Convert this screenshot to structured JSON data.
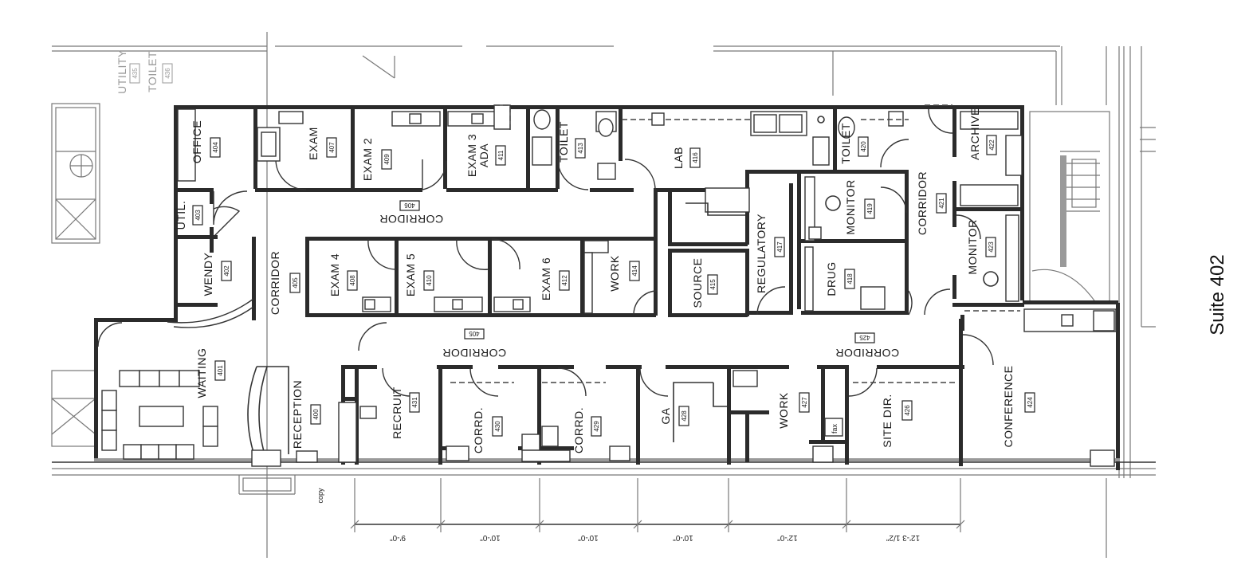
{
  "suite_title": "Suite 402",
  "rooms": [
    {
      "id": "office",
      "label": "OFFICE",
      "number": "404"
    },
    {
      "id": "exam1",
      "label": "EXAM",
      "number": "407"
    },
    {
      "id": "exam2",
      "label": "EXAM 2",
      "number": "409"
    },
    {
      "id": "exam3",
      "label": "EXAM 3",
      "label2": "ADA",
      "number": "411"
    },
    {
      "id": "toilet413",
      "label": "TOILET",
      "number": "413"
    },
    {
      "id": "lab",
      "label": "LAB",
      "number": "416"
    },
    {
      "id": "toilet420",
      "label": "TOILET",
      "number": "420"
    },
    {
      "id": "archive",
      "label": "ARCHIVE",
      "number": "422"
    },
    {
      "id": "util",
      "label": "UTIL.",
      "number": "403"
    },
    {
      "id": "corridor406",
      "label": "CORRIDOR",
      "number": "406"
    },
    {
      "id": "wendy",
      "label": "WENDY",
      "number": "402"
    },
    {
      "id": "corridor405",
      "label": "CORRIDOR",
      "number": "405"
    },
    {
      "id": "exam4",
      "label": "EXAM 4",
      "number": "408"
    },
    {
      "id": "exam5",
      "label": "EXAM 5",
      "number": "410"
    },
    {
      "id": "exam6",
      "label": "EXAM 6",
      "number": "412"
    },
    {
      "id": "work414",
      "label": "WORK",
      "number": "414"
    },
    {
      "id": "source",
      "label": "SOURCE",
      "number": "415"
    },
    {
      "id": "regulatory",
      "label": "REGULATORY",
      "number": "417"
    },
    {
      "id": "monitor419",
      "label": "MONITOR",
      "number": "419"
    },
    {
      "id": "drug",
      "label": "DRUG",
      "number": "418"
    },
    {
      "id": "corridor421",
      "label": "CORRIDOR",
      "number": "421"
    },
    {
      "id": "monitor423",
      "label": "MONITOR",
      "number": "423"
    },
    {
      "id": "corridor405b",
      "label": "CORRIDOR",
      "number": "405"
    },
    {
      "id": "corridor425",
      "label": "CORRIDOR",
      "number": "425"
    },
    {
      "id": "waiting",
      "label": "WAITING",
      "number": "401"
    },
    {
      "id": "reception",
      "label": "RECEPTION",
      "number": "400"
    },
    {
      "id": "recruit",
      "label": "RECRUIT",
      "number": "431"
    },
    {
      "id": "corrd430",
      "label": "CORRD.",
      "number": "430"
    },
    {
      "id": "corrd429",
      "label": "CORRD.",
      "number": "429"
    },
    {
      "id": "ga",
      "label": "GA",
      "number": "428"
    },
    {
      "id": "work427",
      "label": "WORK",
      "number": "427"
    },
    {
      "id": "sitedir",
      "label": "SITE DIR.",
      "number": "426"
    },
    {
      "id": "conference",
      "label": "CONFERENCE",
      "number": "424"
    }
  ],
  "outside_rooms": [
    {
      "id": "utility",
      "label": "UTILITY",
      "number": "435"
    },
    {
      "id": "toilet436",
      "label": "TOILET",
      "number": "436"
    }
  ],
  "annotations": {
    "copy": "copy",
    "fax": "fax"
  },
  "dimensions": [
    "9'-0\"",
    "10'-0\"",
    "10'-0\"",
    "10'-0\"",
    "12'-0\"",
    "12'-3 1/2\""
  ]
}
